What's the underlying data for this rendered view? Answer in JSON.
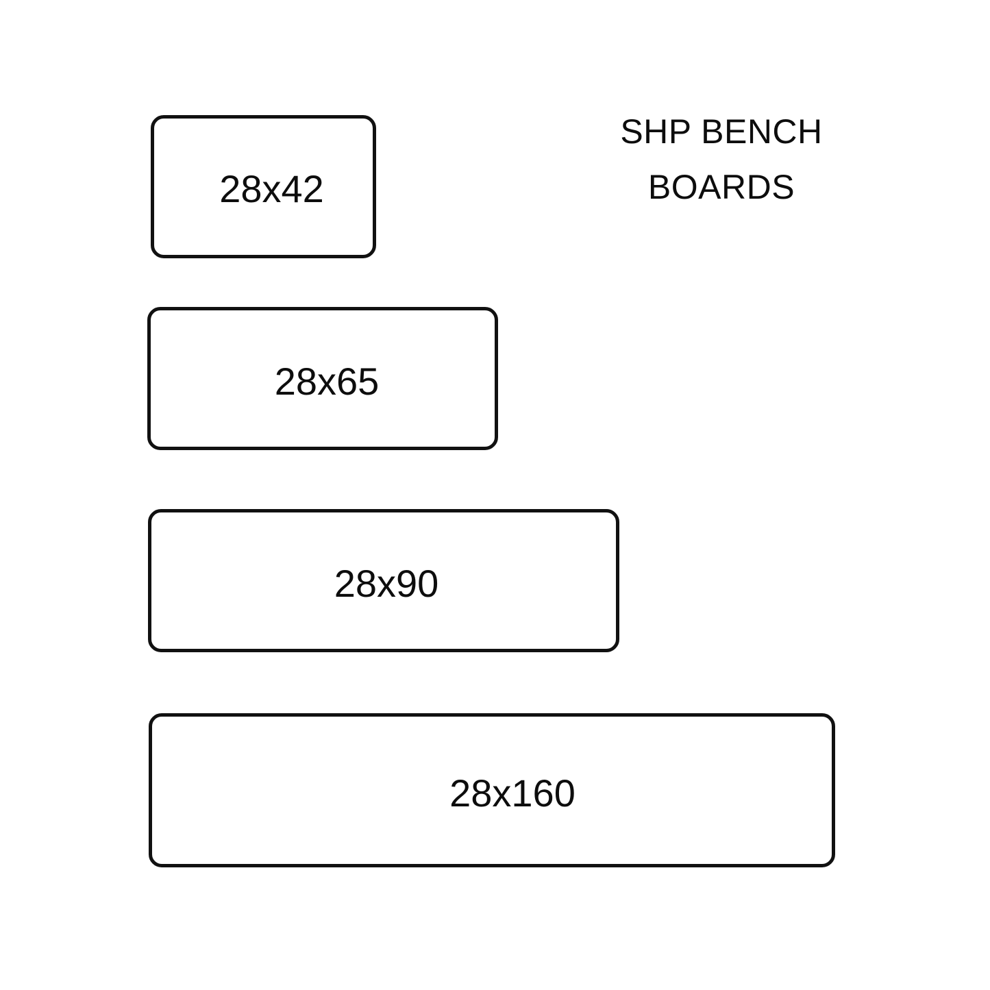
{
  "title": {
    "line1": "SHP BENCH",
    "line2": "BOARDS"
  },
  "colors": {
    "background": "#ffffff",
    "stroke": "#111111",
    "text": "#0d0d0d"
  },
  "boards": [
    {
      "label": "28x42",
      "width_mm": 42,
      "thickness_mm": 28
    },
    {
      "label": "28x65",
      "width_mm": 65,
      "thickness_mm": 28
    },
    {
      "label": "28x90",
      "width_mm": 90,
      "thickness_mm": 28
    },
    {
      "label": "28x160",
      "width_mm": 160,
      "thickness_mm": 28
    }
  ]
}
